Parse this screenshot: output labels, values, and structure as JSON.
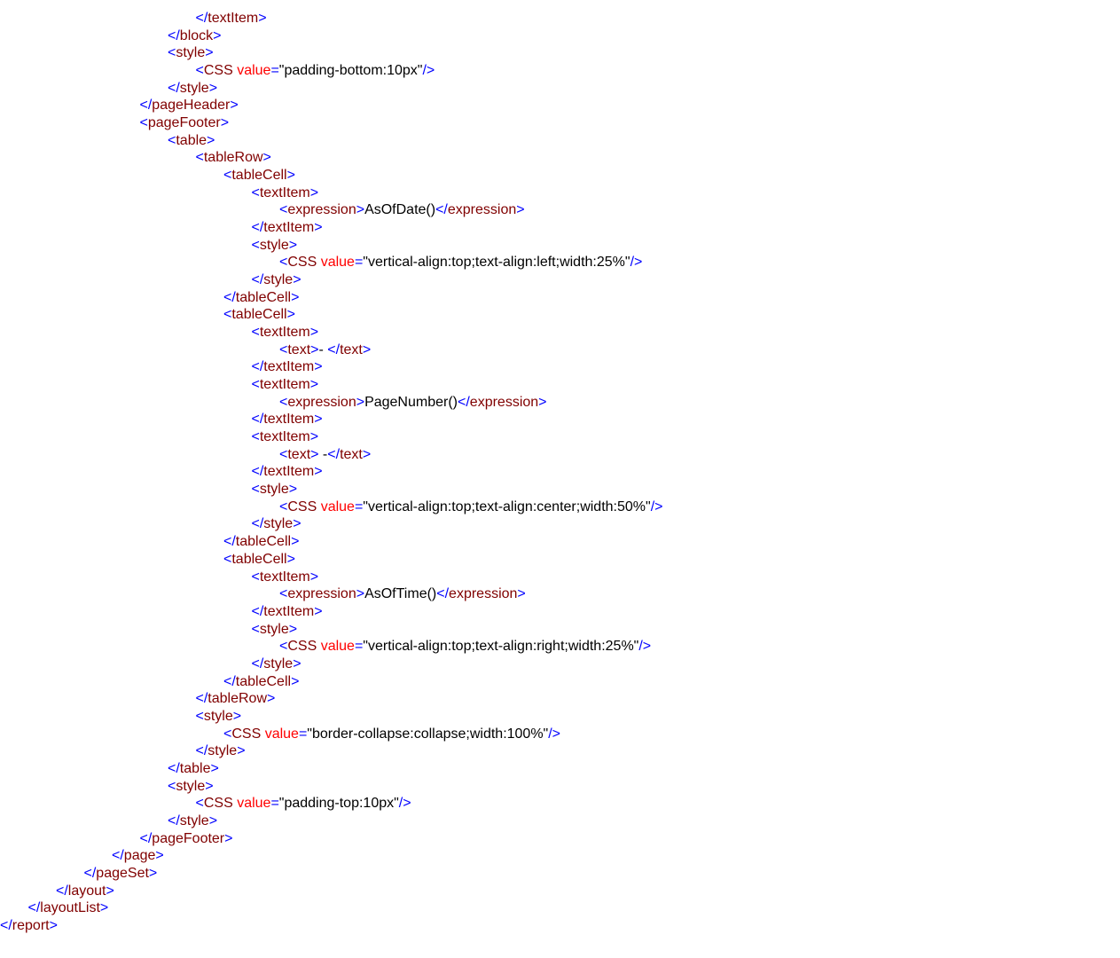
{
  "colors": {
    "punctuation": "#0000ff",
    "tag_name": "#800000",
    "attribute_name": "#ff0000",
    "text": "#000000",
    "background": "#ffffff"
  },
  "lines": [
    {
      "depth": 7,
      "tokens": [
        [
          "p",
          "</"
        ],
        [
          "t",
          "textItem"
        ],
        [
          "p",
          ">"
        ]
      ]
    },
    {
      "depth": 6,
      "tokens": [
        [
          "p",
          "</"
        ],
        [
          "t",
          "block"
        ],
        [
          "p",
          ">"
        ]
      ]
    },
    {
      "depth": 6,
      "tokens": [
        [
          "p",
          "<"
        ],
        [
          "t",
          "style"
        ],
        [
          "p",
          ">"
        ]
      ]
    },
    {
      "depth": 7,
      "tokens": [
        [
          "p",
          "<"
        ],
        [
          "t",
          "CSS "
        ],
        [
          "a",
          "value"
        ],
        [
          "p",
          "="
        ],
        [
          "x",
          "\"padding-bottom:10px\""
        ],
        [
          "p",
          "/>"
        ]
      ]
    },
    {
      "depth": 6,
      "tokens": [
        [
          "p",
          "</"
        ],
        [
          "t",
          "style"
        ],
        [
          "p",
          ">"
        ]
      ]
    },
    {
      "depth": 5,
      "tokens": [
        [
          "p",
          "</"
        ],
        [
          "t",
          "pageHeader"
        ],
        [
          "p",
          ">"
        ]
      ]
    },
    {
      "depth": 5,
      "tokens": [
        [
          "p",
          "<"
        ],
        [
          "t",
          "pageFooter"
        ],
        [
          "p",
          ">"
        ]
      ]
    },
    {
      "depth": 6,
      "tokens": [
        [
          "p",
          "<"
        ],
        [
          "t",
          "table"
        ],
        [
          "p",
          ">"
        ]
      ]
    },
    {
      "depth": 7,
      "tokens": [
        [
          "p",
          "<"
        ],
        [
          "t",
          "tableRow"
        ],
        [
          "p",
          ">"
        ]
      ]
    },
    {
      "depth": 8,
      "tokens": [
        [
          "p",
          "<"
        ],
        [
          "t",
          "tableCell"
        ],
        [
          "p",
          ">"
        ]
      ]
    },
    {
      "depth": 9,
      "tokens": [
        [
          "p",
          "<"
        ],
        [
          "t",
          "textItem"
        ],
        [
          "p",
          ">"
        ]
      ]
    },
    {
      "depth": 10,
      "tokens": [
        [
          "p",
          "<"
        ],
        [
          "t",
          "expression"
        ],
        [
          "p",
          ">"
        ],
        [
          "x",
          "AsOfDate()"
        ],
        [
          "p",
          "</"
        ],
        [
          "t",
          "expression"
        ],
        [
          "p",
          ">"
        ]
      ]
    },
    {
      "depth": 9,
      "tokens": [
        [
          "p",
          "</"
        ],
        [
          "t",
          "textItem"
        ],
        [
          "p",
          ">"
        ]
      ]
    },
    {
      "depth": 9,
      "tokens": [
        [
          "p",
          "<"
        ],
        [
          "t",
          "style"
        ],
        [
          "p",
          ">"
        ]
      ]
    },
    {
      "depth": 10,
      "tokens": [
        [
          "p",
          "<"
        ],
        [
          "t",
          "CSS "
        ],
        [
          "a",
          "value"
        ],
        [
          "p",
          "="
        ],
        [
          "x",
          "\"vertical-align:top;text-align:left;width:25%\""
        ],
        [
          "p",
          "/>"
        ]
      ]
    },
    {
      "depth": 9,
      "tokens": [
        [
          "p",
          "</"
        ],
        [
          "t",
          "style"
        ],
        [
          "p",
          ">"
        ]
      ]
    },
    {
      "depth": 8,
      "tokens": [
        [
          "p",
          "</"
        ],
        [
          "t",
          "tableCell"
        ],
        [
          "p",
          ">"
        ]
      ]
    },
    {
      "depth": 8,
      "tokens": [
        [
          "p",
          "<"
        ],
        [
          "t",
          "tableCell"
        ],
        [
          "p",
          ">"
        ]
      ]
    },
    {
      "depth": 9,
      "tokens": [
        [
          "p",
          "<"
        ],
        [
          "t",
          "textItem"
        ],
        [
          "p",
          ">"
        ]
      ]
    },
    {
      "depth": 10,
      "tokens": [
        [
          "p",
          "<"
        ],
        [
          "t",
          "text"
        ],
        [
          "p",
          ">"
        ],
        [
          "x",
          "- "
        ],
        [
          "p",
          "</"
        ],
        [
          "t",
          "text"
        ],
        [
          "p",
          ">"
        ]
      ]
    },
    {
      "depth": 9,
      "tokens": [
        [
          "p",
          "</"
        ],
        [
          "t",
          "textItem"
        ],
        [
          "p",
          ">"
        ]
      ]
    },
    {
      "depth": 9,
      "tokens": [
        [
          "p",
          "<"
        ],
        [
          "t",
          "textItem"
        ],
        [
          "p",
          ">"
        ]
      ]
    },
    {
      "depth": 10,
      "tokens": [
        [
          "p",
          "<"
        ],
        [
          "t",
          "expression"
        ],
        [
          "p",
          ">"
        ],
        [
          "x",
          "PageNumber()"
        ],
        [
          "p",
          "</"
        ],
        [
          "t",
          "expression"
        ],
        [
          "p",
          ">"
        ]
      ]
    },
    {
      "depth": 9,
      "tokens": [
        [
          "p",
          "</"
        ],
        [
          "t",
          "textItem"
        ],
        [
          "p",
          ">"
        ]
      ]
    },
    {
      "depth": 9,
      "tokens": [
        [
          "p",
          "<"
        ],
        [
          "t",
          "textItem"
        ],
        [
          "p",
          ">"
        ]
      ]
    },
    {
      "depth": 10,
      "tokens": [
        [
          "p",
          "<"
        ],
        [
          "t",
          "text"
        ],
        [
          "p",
          ">"
        ],
        [
          "x",
          " -"
        ],
        [
          "p",
          "</"
        ],
        [
          "t",
          "text"
        ],
        [
          "p",
          ">"
        ]
      ]
    },
    {
      "depth": 9,
      "tokens": [
        [
          "p",
          "</"
        ],
        [
          "t",
          "textItem"
        ],
        [
          "p",
          ">"
        ]
      ]
    },
    {
      "depth": 9,
      "tokens": [
        [
          "p",
          "<"
        ],
        [
          "t",
          "style"
        ],
        [
          "p",
          ">"
        ]
      ]
    },
    {
      "depth": 10,
      "tokens": [
        [
          "p",
          "<"
        ],
        [
          "t",
          "CSS "
        ],
        [
          "a",
          "value"
        ],
        [
          "p",
          "="
        ],
        [
          "x",
          "\"vertical-align:top;text-align:center;width:50%\""
        ],
        [
          "p",
          "/>"
        ]
      ]
    },
    {
      "depth": 9,
      "tokens": [
        [
          "p",
          "</"
        ],
        [
          "t",
          "style"
        ],
        [
          "p",
          ">"
        ]
      ]
    },
    {
      "depth": 8,
      "tokens": [
        [
          "p",
          "</"
        ],
        [
          "t",
          "tableCell"
        ],
        [
          "p",
          ">"
        ]
      ]
    },
    {
      "depth": 8,
      "tokens": [
        [
          "p",
          "<"
        ],
        [
          "t",
          "tableCell"
        ],
        [
          "p",
          ">"
        ]
      ]
    },
    {
      "depth": 9,
      "tokens": [
        [
          "p",
          "<"
        ],
        [
          "t",
          "textItem"
        ],
        [
          "p",
          ">"
        ]
      ]
    },
    {
      "depth": 10,
      "tokens": [
        [
          "p",
          "<"
        ],
        [
          "t",
          "expression"
        ],
        [
          "p",
          ">"
        ],
        [
          "x",
          "AsOfTime()"
        ],
        [
          "p",
          "</"
        ],
        [
          "t",
          "expression"
        ],
        [
          "p",
          ">"
        ]
      ]
    },
    {
      "depth": 9,
      "tokens": [
        [
          "p",
          "</"
        ],
        [
          "t",
          "textItem"
        ],
        [
          "p",
          ">"
        ]
      ]
    },
    {
      "depth": 9,
      "tokens": [
        [
          "p",
          "<"
        ],
        [
          "t",
          "style"
        ],
        [
          "p",
          ">"
        ]
      ]
    },
    {
      "depth": 10,
      "tokens": [
        [
          "p",
          "<"
        ],
        [
          "t",
          "CSS "
        ],
        [
          "a",
          "value"
        ],
        [
          "p",
          "="
        ],
        [
          "x",
          "\"vertical-align:top;text-align:right;width:25%\""
        ],
        [
          "p",
          "/>"
        ]
      ]
    },
    {
      "depth": 9,
      "tokens": [
        [
          "p",
          "</"
        ],
        [
          "t",
          "style"
        ],
        [
          "p",
          ">"
        ]
      ]
    },
    {
      "depth": 8,
      "tokens": [
        [
          "p",
          "</"
        ],
        [
          "t",
          "tableCell"
        ],
        [
          "p",
          ">"
        ]
      ]
    },
    {
      "depth": 7,
      "tokens": [
        [
          "p",
          "</"
        ],
        [
          "t",
          "tableRow"
        ],
        [
          "p",
          ">"
        ]
      ]
    },
    {
      "depth": 7,
      "tokens": [
        [
          "p",
          "<"
        ],
        [
          "t",
          "style"
        ],
        [
          "p",
          ">"
        ]
      ]
    },
    {
      "depth": 8,
      "tokens": [
        [
          "p",
          "<"
        ],
        [
          "t",
          "CSS "
        ],
        [
          "a",
          "value"
        ],
        [
          "p",
          "="
        ],
        [
          "x",
          "\"border-collapse:collapse;width:100%\""
        ],
        [
          "p",
          "/>"
        ]
      ]
    },
    {
      "depth": 7,
      "tokens": [
        [
          "p",
          "</"
        ],
        [
          "t",
          "style"
        ],
        [
          "p",
          ">"
        ]
      ]
    },
    {
      "depth": 6,
      "tokens": [
        [
          "p",
          "</"
        ],
        [
          "t",
          "table"
        ],
        [
          "p",
          ">"
        ]
      ]
    },
    {
      "depth": 6,
      "tokens": [
        [
          "p",
          "<"
        ],
        [
          "t",
          "style"
        ],
        [
          "p",
          ">"
        ]
      ]
    },
    {
      "depth": 7,
      "tokens": [
        [
          "p",
          "<"
        ],
        [
          "t",
          "CSS "
        ],
        [
          "a",
          "value"
        ],
        [
          "p",
          "="
        ],
        [
          "x",
          "\"padding-top:10px\""
        ],
        [
          "p",
          "/>"
        ]
      ]
    },
    {
      "depth": 6,
      "tokens": [
        [
          "p",
          "</"
        ],
        [
          "t",
          "style"
        ],
        [
          "p",
          ">"
        ]
      ]
    },
    {
      "depth": 5,
      "tokens": [
        [
          "p",
          "</"
        ],
        [
          "t",
          "pageFooter"
        ],
        [
          "p",
          ">"
        ]
      ]
    },
    {
      "depth": 4,
      "tokens": [
        [
          "p",
          "</"
        ],
        [
          "t",
          "page"
        ],
        [
          "p",
          ">"
        ]
      ]
    },
    {
      "depth": 3,
      "tokens": [
        [
          "p",
          "</"
        ],
        [
          "t",
          "pageSet"
        ],
        [
          "p",
          ">"
        ]
      ]
    },
    {
      "depth": 2,
      "tokens": [
        [
          "p",
          "</"
        ],
        [
          "t",
          "layout"
        ],
        [
          "p",
          ">"
        ]
      ]
    },
    {
      "depth": 1,
      "tokens": [
        [
          "p",
          "</"
        ],
        [
          "t",
          "layoutList"
        ],
        [
          "p",
          ">"
        ]
      ]
    },
    {
      "depth": 0,
      "tokens": [
        [
          "p",
          "</"
        ],
        [
          "t",
          "report"
        ],
        [
          "p",
          ">"
        ]
      ]
    }
  ]
}
